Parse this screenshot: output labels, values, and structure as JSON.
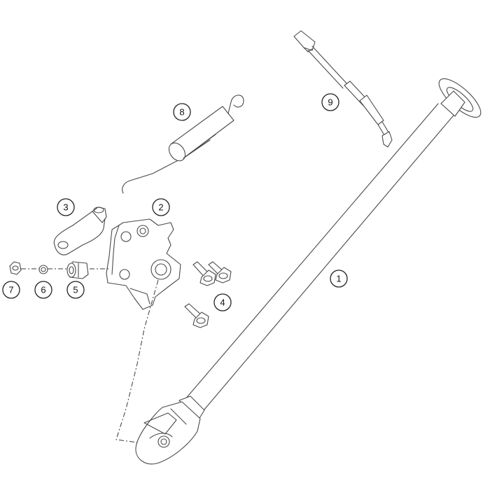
{
  "callouts": [
    {
      "id": "callout-1",
      "label": "1"
    },
    {
      "id": "callout-2",
      "label": "2"
    },
    {
      "id": "callout-3",
      "label": "3"
    },
    {
      "id": "callout-4",
      "label": "4"
    },
    {
      "id": "callout-5",
      "label": "5"
    },
    {
      "id": "callout-6",
      "label": "6"
    },
    {
      "id": "callout-7",
      "label": "7"
    },
    {
      "id": "callout-8",
      "label": "8"
    },
    {
      "id": "callout-9",
      "label": "9"
    }
  ]
}
